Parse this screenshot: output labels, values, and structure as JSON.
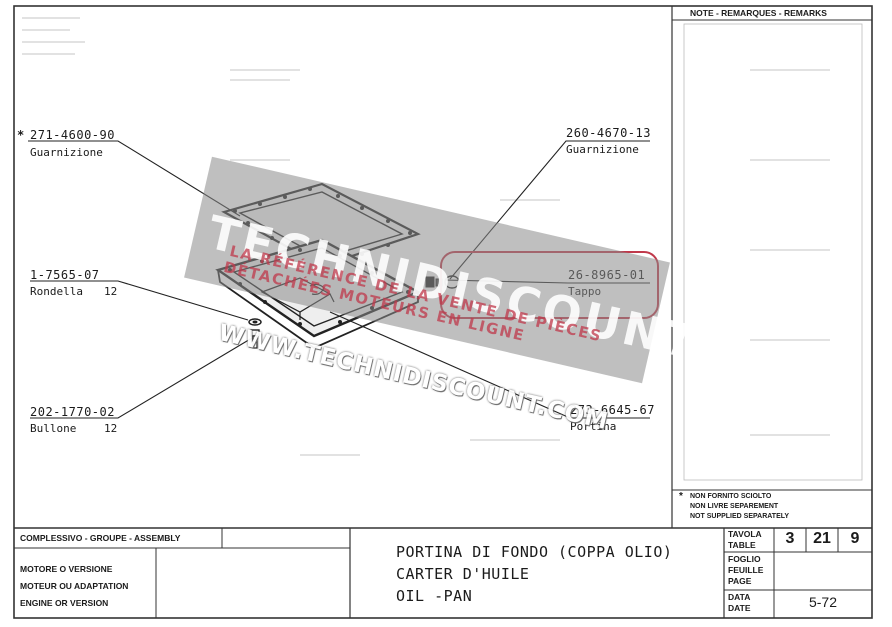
{
  "header": {
    "notes_title": "NOTE - REMARQUES - REMARKS"
  },
  "callouts": [
    {
      "part_number": "271-4600-90",
      "description": "Guarnizione",
      "marker": "*"
    },
    {
      "part_number": "260-4670-13",
      "description": "Guarnizione",
      "marker": ""
    },
    {
      "part_number": "1-7565-07",
      "description": "Rondella",
      "qty": "12"
    },
    {
      "part_number": "26-8965-01",
      "description": "Tappo",
      "highlighted": true
    },
    {
      "part_number": "202-1770-02",
      "description": "Bullone",
      "qty": "12"
    },
    {
      "part_number": "273-6645-67",
      "description": "Portina"
    }
  ],
  "legend": {
    "symbol": "*",
    "lines": [
      "NON FORNITO SCIOLTO",
      "NON LIVRE SEPAREMENT",
      "NOT SUPPLIED SEPARATELY"
    ]
  },
  "title_block": {
    "assembly_label": "COMPLESSIVO - GROUPE - ASSEMBLY",
    "engine_labels": [
      "MOTORE O VERSIONE",
      "MOTEUR OU ADAPTATION",
      "ENGINE OR VERSION"
    ],
    "title_lines": [
      "PORTINA DI FONDO (COPPA OLIO)",
      "CARTER D'HUILE",
      "OIL -PAN"
    ],
    "table_label": [
      "TAVOLA",
      "TABLE"
    ],
    "table_values": [
      "3",
      "21",
      "9"
    ],
    "page_label": [
      "FOGLIO",
      "FEUILLE",
      "PAGE"
    ],
    "date_label": [
      "DATA",
      "DATE"
    ],
    "date_value": "5-72"
  },
  "watermark": {
    "brand": "TECHNIDISCOUNT",
    "tagline_1": "LA RÉFÉRENCE DE LA VENTE DE PIÈCES",
    "tagline_2": "DÉTACHÉES MOTEURS EN LIGNE",
    "url": "WWW.TECHNIDISCOUNT.COM",
    "color": "#7a7a7a"
  },
  "highlight_color": "#c0394b"
}
